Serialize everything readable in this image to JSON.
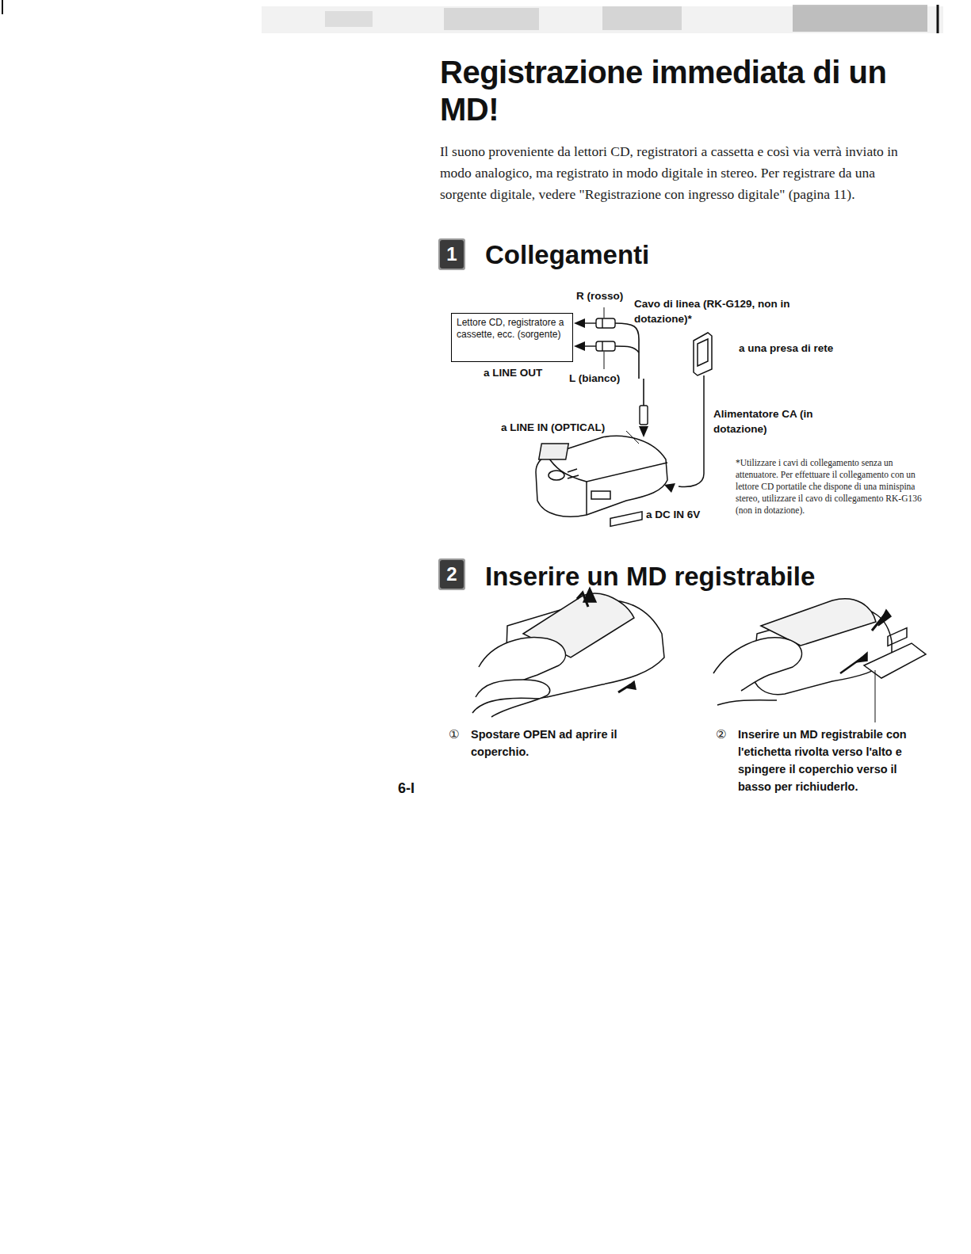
{
  "diagram": {
    "title": "Registrazione immediata di un MD!",
    "nodes": [
      {
        "text": [
          "Lettore CD, registratore a cassette, ecc. (sorgente)"
        ]
      }
    ],
    "labels": [
      "Il suono proveniente da lettori CD, registratori a cassetta e così via verrà inviato in modo analogico, ma registrato in modo digitale in stereo. Per registrare da una sorgente digitale, vedere \"Registrazione con ingresso digitale\" (pagina 11).",
      "1",
      "Collegamenti",
      "R (rosso)",
      "Cavo di linea (RK-G129, non in dotazione)*",
      "a una presa di rete",
      "a LINE OUT",
      "L (bianco)",
      "a LINE IN (OPTICAL)",
      "Alimentatore CA (in dotazione)",
      "*Utilizzare i cavi di collegamento senza un attenuatore. Per effettuare il collegamento con un lettore CD portatile che dispone di una minispina stereo, utilizzare il cavo di collegamento RK-G136 (non in dotazione).",
      "a DC IN 6V",
      "2",
      "Inserire un MD registrabile",
      "①",
      "Spostare OPEN ad aprire il coperchio.",
      "②",
      "Inserire un MD registrabile con l'etichetta rivolta verso l'alto e spingere il coperchio verso il basso per richiuderlo.",
      "6-I"
    ]
  }
}
